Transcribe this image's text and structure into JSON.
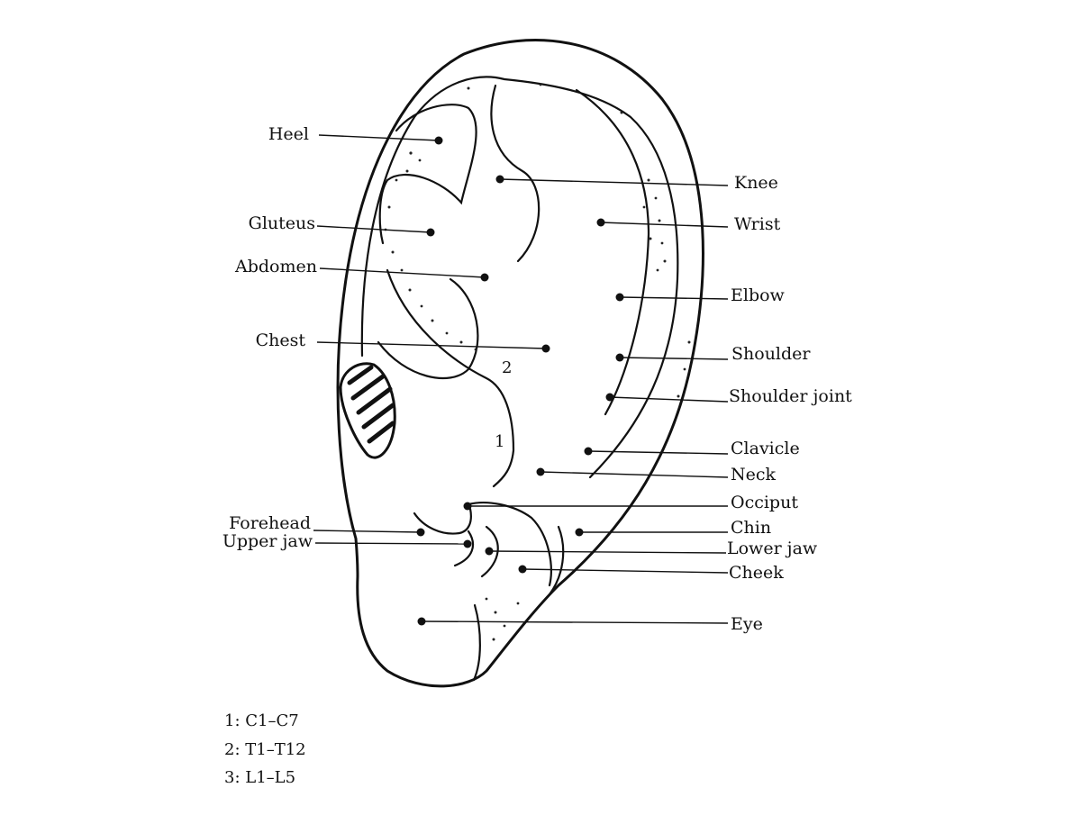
{
  "diagram": {
    "labels": {
      "heel": "Heel",
      "gluteus": "Gluteus",
      "abdomen": "Abdomen",
      "chest": "Chest",
      "forehead": "Forehead",
      "upper_jaw": "Upper jaw",
      "knee": "Knee",
      "wrist": "Wrist",
      "elbow": "Elbow",
      "shoulder": "Shoulder",
      "shoulder_joint": "Shoulder joint",
      "clavicle": "Clavicle",
      "neck": "Neck",
      "occiput": "Occiput",
      "chin": "Chin",
      "lower_jaw": "Lower jaw",
      "cheek": "Cheek",
      "eye": "Eye"
    },
    "markers": {
      "one": "1",
      "two": "2"
    },
    "legend": [
      "1: C1–C7",
      "2: T1–T12",
      "3: L1–L5"
    ]
  }
}
